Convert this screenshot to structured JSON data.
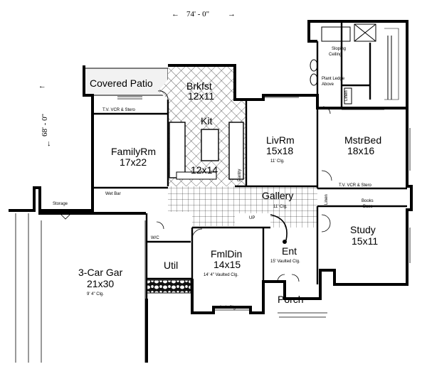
{
  "dimensions": {
    "width_label": "74' - 0\"",
    "depth_label": "68' - 0\""
  },
  "rooms": {
    "covered_patio": {
      "name": "Covered Patio"
    },
    "brkfst": {
      "name": "Brkfst",
      "size": "12x11"
    },
    "kit": {
      "name": "Kit",
      "size": "12x14"
    },
    "family": {
      "name": "FamilyRm",
      "size": "17x22",
      "note": "T.V. VCR & Stero",
      "wet_bar": "Wet Bar"
    },
    "livrm": {
      "name": "LivRm",
      "size": "15x18",
      "clg": "11' Clg."
    },
    "pantry": {
      "name": "Pantry"
    },
    "mstrbed": {
      "name": "MstrBed",
      "size": "18x16",
      "note": "T.V. VCR & Stero"
    },
    "master_bath": {
      "sloping": "Sloping",
      "ceiling": "Ceiling",
      "plant_ledge": "Plant Ledge",
      "above": "Above",
      "linen": "Linen"
    },
    "gallery": {
      "name": "Gallery",
      "clg": "11' Clg.",
      "up": "UP"
    },
    "storage": {
      "name": "Storage"
    },
    "util": {
      "name": "Util"
    },
    "wc": {
      "name": "W/C"
    },
    "garage": {
      "name": "3-Car Gar",
      "size": "21x30",
      "clg": "9' 4\" Clg."
    },
    "fmldin": {
      "name": "FmlDin",
      "size": "14x15",
      "clg": "14' 4\" Vaulted Clg.",
      "arch": "Arch Clg."
    },
    "ent": {
      "name": "Ent",
      "clg": "15' Vaulted Clg."
    },
    "study": {
      "name": "Study",
      "size": "15x11"
    },
    "linen2": {
      "name": "Linen"
    },
    "books": {
      "line1": "Books",
      "line2": "Base"
    },
    "porch": {
      "name": "Porch"
    }
  }
}
